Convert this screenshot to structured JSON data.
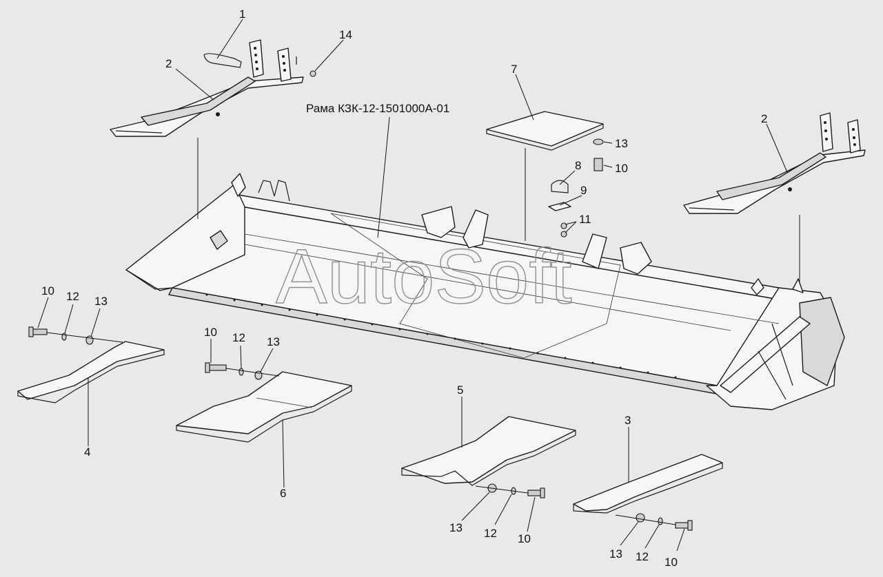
{
  "frame_label": "Рама КЗК-12-1501000А-01",
  "watermark": "AutoSoft",
  "callouts": {
    "c1": "1",
    "c2a": "2",
    "c2b": "2",
    "c3": "3",
    "c4": "4",
    "c5": "5",
    "c6": "6",
    "c7": "7",
    "c8": "8",
    "c9": "9",
    "c11": "11",
    "c14": "14",
    "c10a": "10",
    "c10b": "10",
    "c10c": "10",
    "c10d": "10",
    "c10e": "10",
    "c12a": "12",
    "c12b": "12",
    "c12c": "12",
    "c12d": "12",
    "c13a": "13",
    "c13b": "13",
    "c13c": "13",
    "c13d": "13",
    "c13e": "13"
  }
}
